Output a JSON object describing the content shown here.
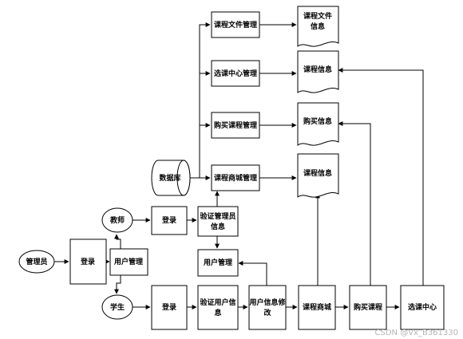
{
  "nodes": {
    "admin": "管理员",
    "login_admin": "登录",
    "user_mgmt": "用户管理",
    "teacher": "教师",
    "student": "学生",
    "login_teacher": "登录",
    "login_student": "登录",
    "verify_admin": [
      "验证管理员",
      "信息"
    ],
    "verify_user": [
      "验证用户信",
      "息"
    ],
    "user_mgmt2": "用户管理",
    "user_info_edit": [
      "用户信息修",
      "改"
    ],
    "course_mall": "课程商城",
    "buy_course": "购买课程",
    "select_center": "选课中心",
    "database": "数据库",
    "course_file_mgmt": "课程文件管理",
    "select_center_mgmt": "选课中心管理",
    "buy_course_mgmt": "购买课程管理",
    "course_mall_mgmt": "课程商城管理",
    "course_file_info": [
      "课程文件",
      "信息"
    ],
    "course_info_1": "课程信息",
    "buy_info": "购买信息",
    "course_info_2": "课程信息"
  },
  "watermark": "CSDN @Vx_B361330"
}
